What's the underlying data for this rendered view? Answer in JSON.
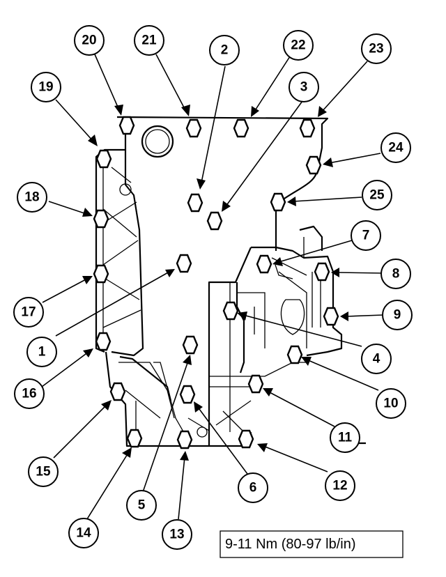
{
  "torque_spec": "9-11 Nm (80-97 lb/in)",
  "callouts": [
    {
      "id": "c20",
      "label": "20"
    },
    {
      "id": "c21",
      "label": "21"
    },
    {
      "id": "c2",
      "label": "2"
    },
    {
      "id": "c22",
      "label": "22"
    },
    {
      "id": "c23",
      "label": "23"
    },
    {
      "id": "c19",
      "label": "19"
    },
    {
      "id": "c3",
      "label": "3"
    },
    {
      "id": "c24",
      "label": "24"
    },
    {
      "id": "c18",
      "label": "18"
    },
    {
      "id": "c25",
      "label": "25"
    },
    {
      "id": "c7",
      "label": "7"
    },
    {
      "id": "c8",
      "label": "8"
    },
    {
      "id": "c17",
      "label": "17"
    },
    {
      "id": "c9",
      "label": "9"
    },
    {
      "id": "c1",
      "label": "1"
    },
    {
      "id": "c4",
      "label": "4"
    },
    {
      "id": "c16",
      "label": "16"
    },
    {
      "id": "c10",
      "label": "10"
    },
    {
      "id": "c11",
      "label": "11"
    },
    {
      "id": "c15",
      "label": "15"
    },
    {
      "id": "c6",
      "label": "6"
    },
    {
      "id": "c12",
      "label": "12"
    },
    {
      "id": "c5",
      "label": "5"
    },
    {
      "id": "c14",
      "label": "14"
    },
    {
      "id": "c13",
      "label": "13"
    }
  ]
}
